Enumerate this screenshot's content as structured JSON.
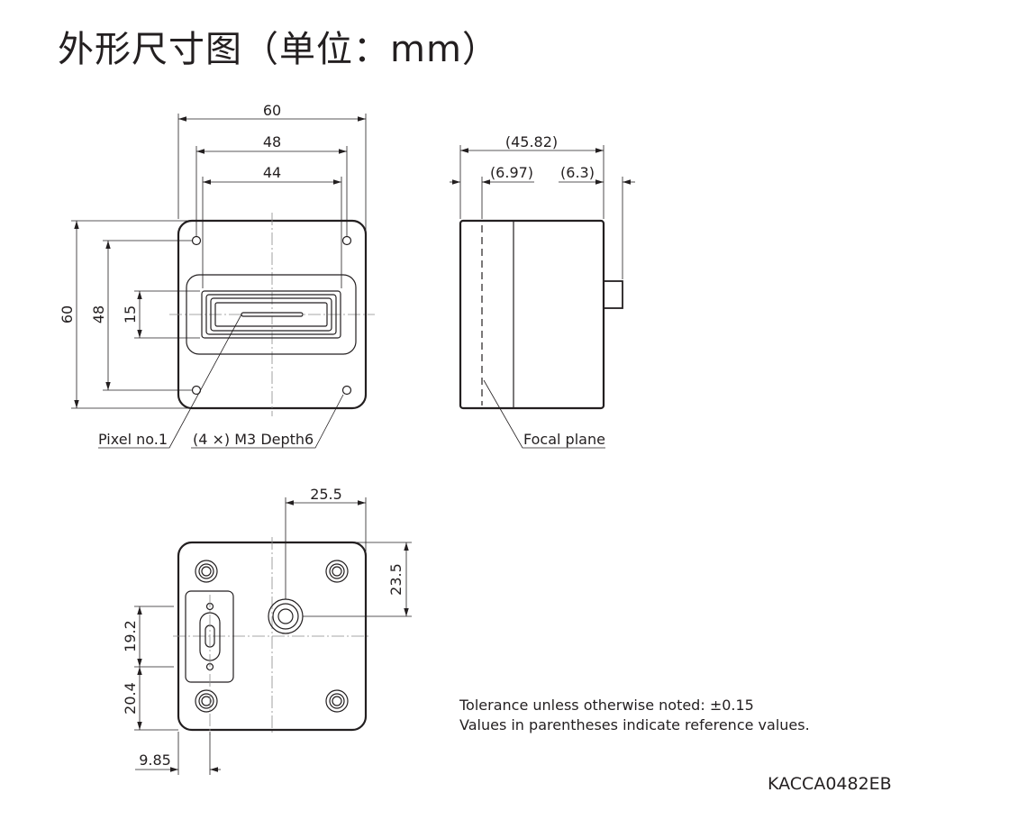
{
  "title": "外形尺寸图（单位：mm）",
  "front_view": {
    "width_outer": "60",
    "width_holes": "48",
    "width_window": "44",
    "height_outer": "60",
    "height_holes": "48",
    "height_slot": "15",
    "label_pixel": "Pixel no.1",
    "label_holes": "(4 ×) M3 Depth6"
  },
  "side_view": {
    "length_total": "(45.82)",
    "focal_offset": "(6.97)",
    "connector_length": "(6.3)",
    "label_focal": "Focal plane"
  },
  "rear_view": {
    "connector_x": "25.5",
    "connector_y": "23.5",
    "slot_upper": "19.2",
    "slot_lower": "20.4",
    "slot_x": "9.85"
  },
  "notes": {
    "tolerance": "Tolerance unless otherwise noted: ±0.15",
    "reference": "Values in parentheses indicate reference values."
  },
  "drawing_code": "KACCA0482EB"
}
